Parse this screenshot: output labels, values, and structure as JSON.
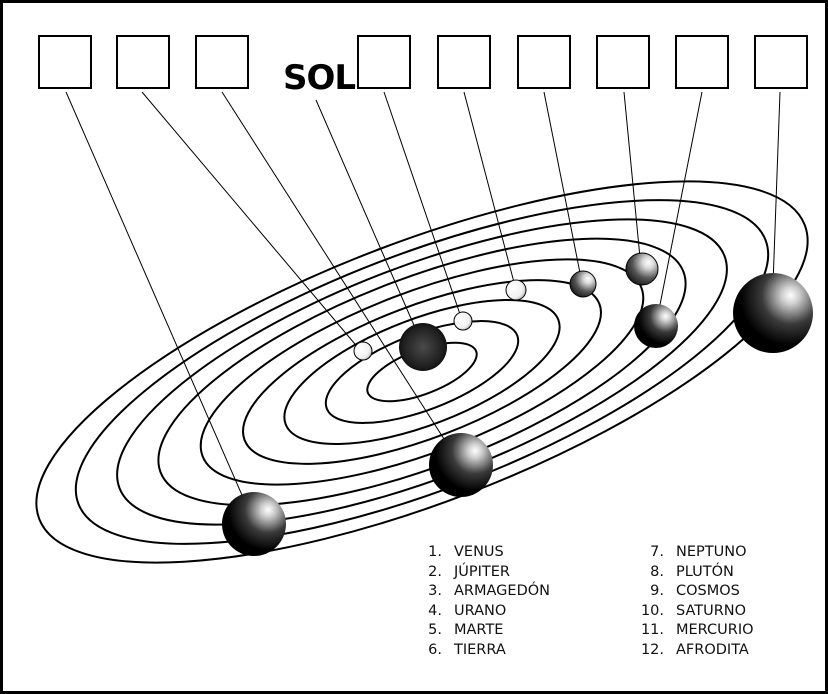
{
  "sun_label": "SOL",
  "answer_boxes": [
    "",
    "",
    "",
    "",
    "",
    "",
    "",
    "",
    "",
    ""
  ],
  "options_left": [
    {
      "num": "1.",
      "name": "VENUS"
    },
    {
      "num": "2.",
      "name": "JÚPITER"
    },
    {
      "num": "3.",
      "name": "ARMAGEDÓN"
    },
    {
      "num": "4.",
      "name": "URANO"
    },
    {
      "num": "5.",
      "name": "MARTE"
    },
    {
      "num": "6.",
      "name": "TIERRA"
    }
  ],
  "options_right": [
    {
      "num": "7.",
      "name": "NEPTUNO"
    },
    {
      "num": "8.",
      "name": "PLUTÓN"
    },
    {
      "num": "9.",
      "name": "COSMOS"
    },
    {
      "num": "10.",
      "name": "SATURNO"
    },
    {
      "num": "11.",
      "name": "MERCURIO"
    },
    {
      "num": "12.",
      "name": "AFRODITA"
    }
  ],
  "colors": {
    "ink": "#000000",
    "paper": "#ffffff",
    "planet_dark": "#111111",
    "planet_light": "#ffffff"
  }
}
